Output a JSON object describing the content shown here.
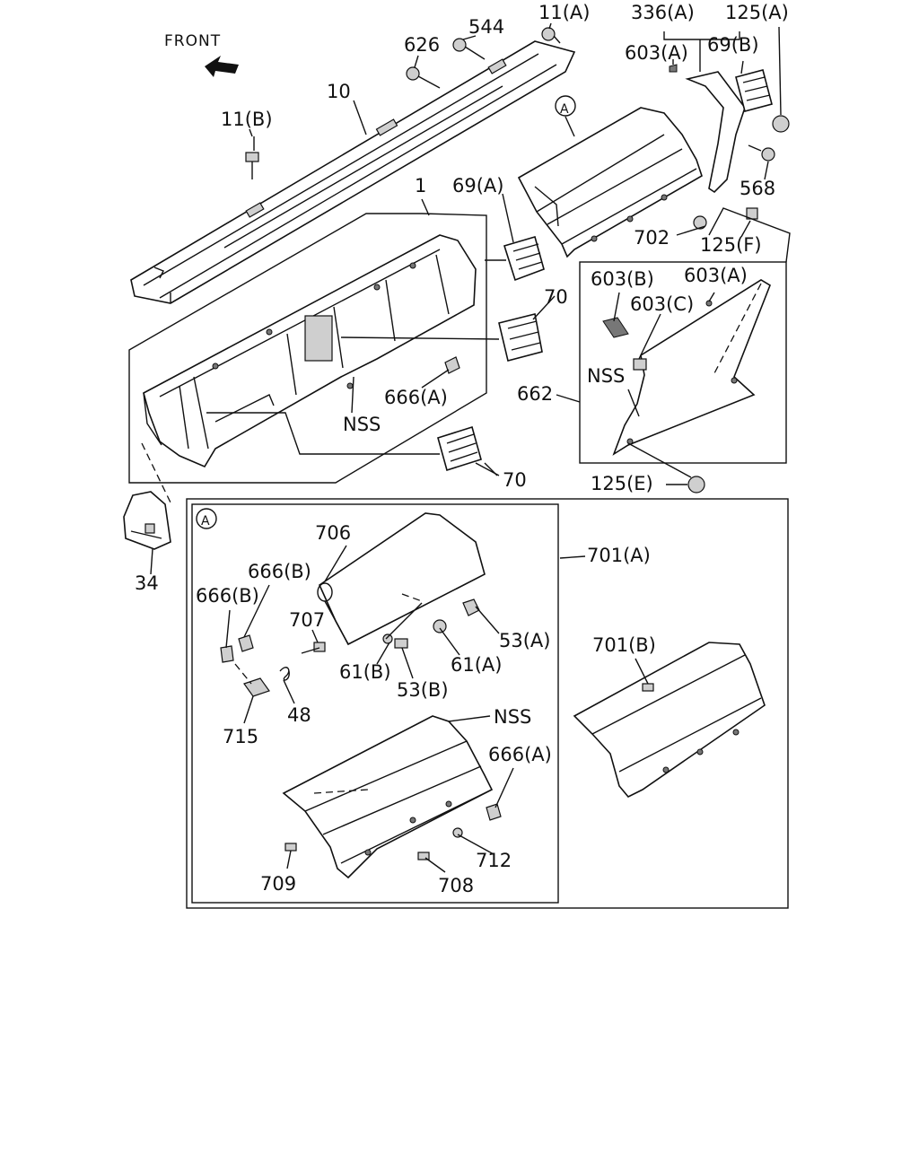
{
  "diagram": {
    "front_label": "FRONT",
    "section_marker": "A",
    "labels": [
      {
        "id": "11a",
        "text": "11(A)"
      },
      {
        "id": "336a",
        "text": "336(A)"
      },
      {
        "id": "125a",
        "text": "125(A)"
      },
      {
        "id": "544",
        "text": "544"
      },
      {
        "id": "626",
        "text": "626"
      },
      {
        "id": "603a-top",
        "text": "603(A)"
      },
      {
        "id": "69b",
        "text": "69(B)"
      },
      {
        "id": "10",
        "text": "10"
      },
      {
        "id": "11b",
        "text": "11(B)"
      },
      {
        "id": "568",
        "text": "568"
      },
      {
        "id": "1",
        "text": "1"
      },
      {
        "id": "69a",
        "text": "69(A)"
      },
      {
        "id": "702",
        "text": "702"
      },
      {
        "id": "125f",
        "text": "125(F)"
      },
      {
        "id": "603b",
        "text": "603(B)"
      },
      {
        "id": "603a-box",
        "text": "603(A)"
      },
      {
        "id": "603c",
        "text": "603(C)"
      },
      {
        "id": "70-upper",
        "text": "70"
      },
      {
        "id": "nss-box",
        "text": "NSS"
      },
      {
        "id": "666a-upper",
        "text": "666(A)"
      },
      {
        "id": "662",
        "text": "662"
      },
      {
        "id": "nss-main",
        "text": "NSS"
      },
      {
        "id": "70-lower",
        "text": "70"
      },
      {
        "id": "125e",
        "text": "125(E)"
      },
      {
        "id": "34",
        "text": "34"
      },
      {
        "id": "706",
        "text": "706"
      },
      {
        "id": "701a",
        "text": "701(A)"
      },
      {
        "id": "666b-1",
        "text": "666(B)"
      },
      {
        "id": "666b-2",
        "text": "666(B)"
      },
      {
        "id": "707",
        "text": "707"
      },
      {
        "id": "53a",
        "text": "53(A)"
      },
      {
        "id": "61b",
        "text": "61(B)"
      },
      {
        "id": "61a",
        "text": "61(A)"
      },
      {
        "id": "53b",
        "text": "53(B)"
      },
      {
        "id": "701b",
        "text": "701(B)"
      },
      {
        "id": "48",
        "text": "48"
      },
      {
        "id": "715",
        "text": "715"
      },
      {
        "id": "nss-glove",
        "text": "NSS"
      },
      {
        "id": "666a-lower",
        "text": "666(A)"
      },
      {
        "id": "712",
        "text": "712"
      },
      {
        "id": "709",
        "text": "709"
      },
      {
        "id": "708",
        "text": "708"
      }
    ]
  }
}
